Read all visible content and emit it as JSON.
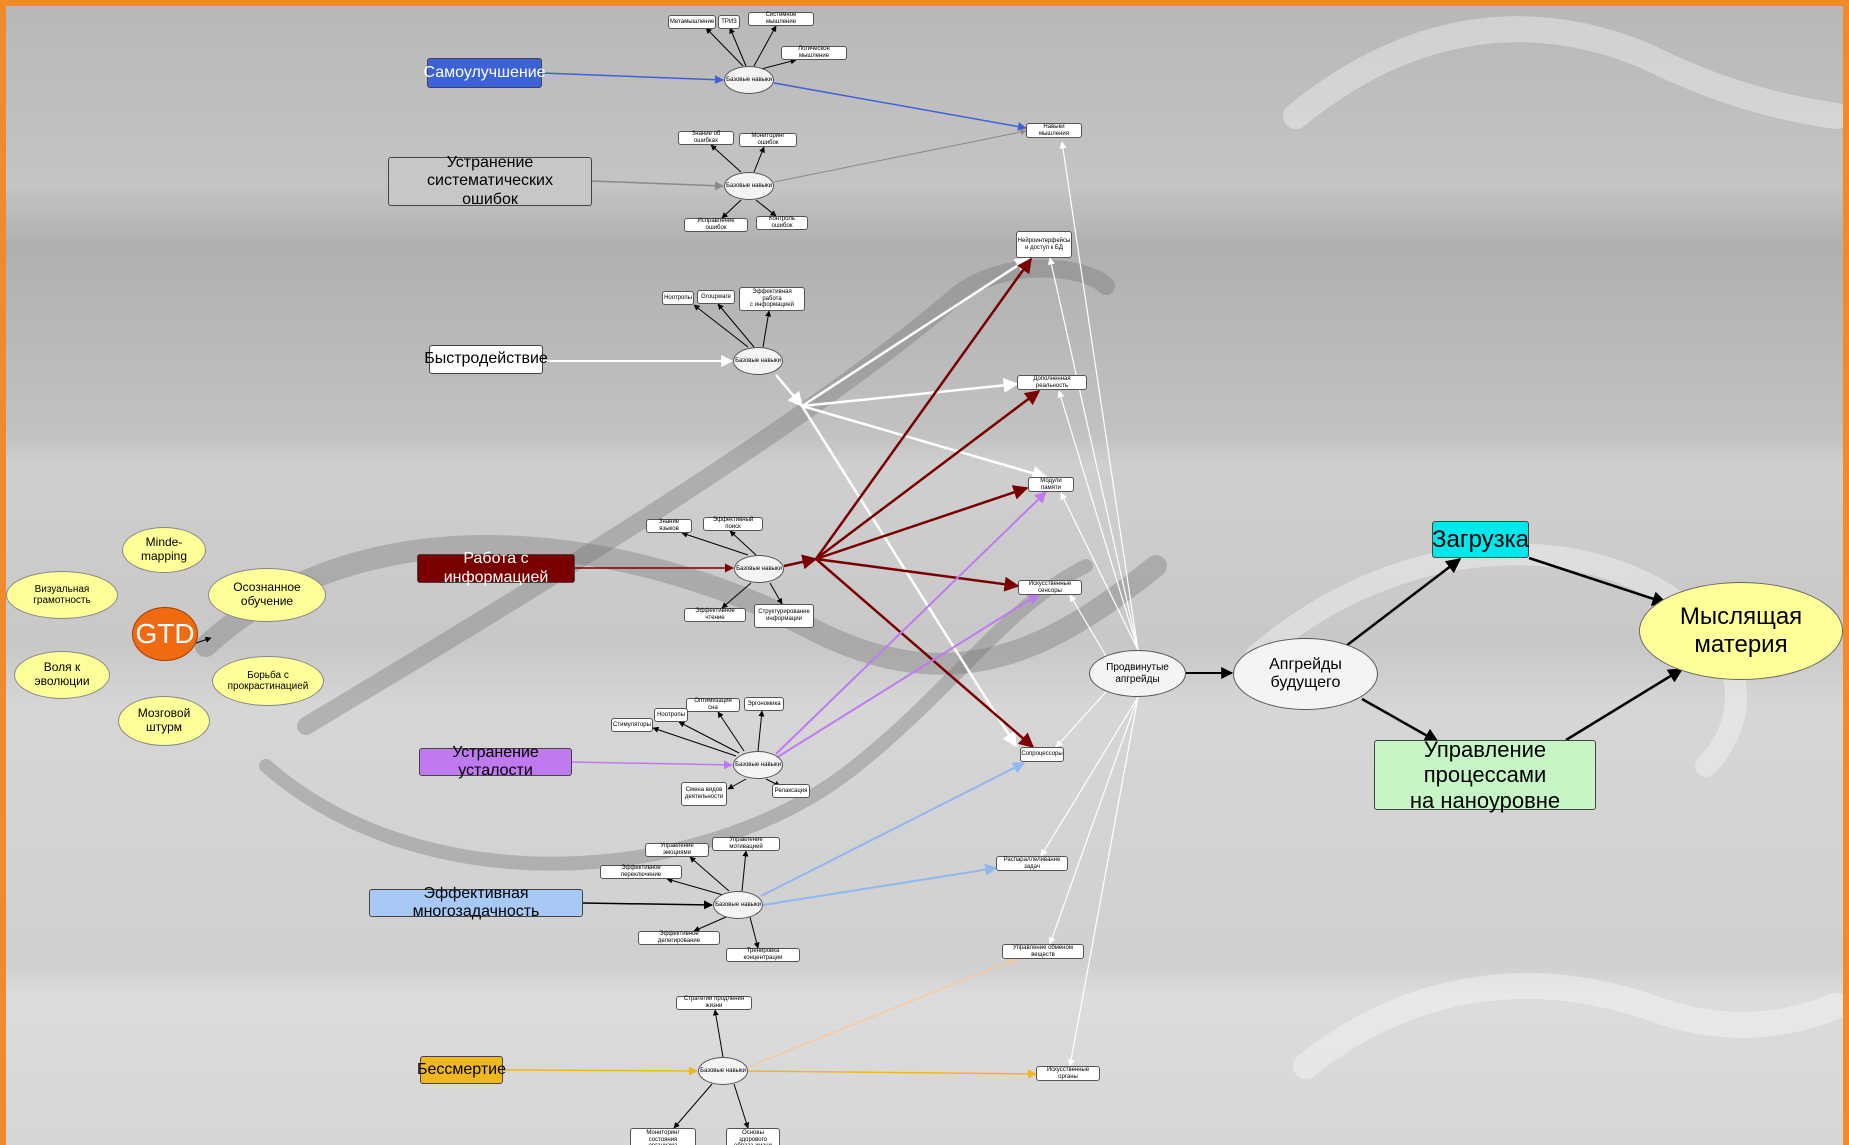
{
  "colors": {
    "frame": "#f08a2a",
    "blue": "#3d62d8",
    "gray": "#c7c7c7",
    "white": "#ffffff",
    "darkred": "#7a0000",
    "purple": "#c07af0",
    "lightblue": "#a8c8f5",
    "gold": "#f0b820",
    "cyan": "#00e8ee",
    "lightgreen": "#c6f5c6",
    "yellow": "#ffff99",
    "gtd": "#ef6a10"
  },
  "gtd": {
    "center": "GTD",
    "items": {
      "minde": "Minde-mapping",
      "visual": "Визуальная грамотность",
      "conscious": "Осознанное обучение",
      "will": "Воля к эволюции",
      "procrast": "Борьба с прокрастинацией",
      "brainstorm": "Мозговой штурм"
    }
  },
  "categories": {
    "selfimprove": "Самоулучшение",
    "errors": "Устранение систематических\nошибок",
    "speed": "Быстродействие",
    "info": "Работа с информацией",
    "fatigue": "Устранение усталости",
    "multitask": "Эффективная многозадачность",
    "immortal": "Бессмертие"
  },
  "base_label": "Базовые навыки",
  "skills": {
    "metamyshlenie": "Метамышление",
    "triz": "ТРИЗ",
    "system": "Системное мышление",
    "logic": "Логическое мышление",
    "errknow": "Знание об ошибках",
    "errmon": "Мониторинг ошибок",
    "errfix": "Исправление ошибок",
    "errctrl": "Контроль ошибок",
    "nootrop1": "Ноотропы",
    "groupware": "Groupware",
    "effinfo": "Эффективная работа\nс информацией",
    "lang": "Знание языков",
    "effsearch": "Эффективный поиск",
    "effread": "Эффективное чтение",
    "struct": "Структурирование\nинформации",
    "sleep": "Оптимизация сна",
    "ergo": "Эргономика",
    "nootrop2": "Ноотропы",
    "stim": "Стимуляторы",
    "change": "Смена видов\nдеятельности",
    "relax": "Релаксация",
    "emo": "Управление эмоциями",
    "motiv": "Управление мотивацией",
    "switch": "Эффективное переключение",
    "deleg": "Эффективное делегирование",
    "conc": "Тренировка концентрации",
    "life": "Стратегии продления жизни",
    "health": "Мониторинг состояния\nорганизма",
    "basics": "Основы здорового\nобраза жизни"
  },
  "upgrades": {
    "thinking": "Навыки мышления",
    "neuro": "Нейроинтерфейсы\nи доступ к БД",
    "ar": "Дополненная реальность",
    "memory": "Модули памяти",
    "sensors": "Искусственные сенсоры",
    "coproc": "Сопроцессоры",
    "tasks": "Распараллеливание задач",
    "metabol": "Управление обменом веществ",
    "organs": "Искусственные органы"
  },
  "future": {
    "advanced": "Продвинутые апгрейды",
    "future": "Апгрейды будущего",
    "upload": "Загрузка",
    "nano": "Управление процессами\nна наноуровне",
    "matter": "Мыслящая материя"
  }
}
